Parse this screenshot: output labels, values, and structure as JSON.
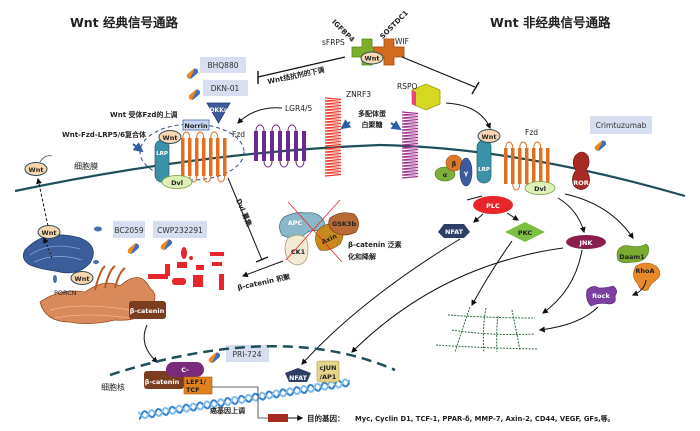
{
  "titles": {
    "canonical": "Wnt 经典信号通路",
    "noncanonical": "Wnt 非经典信号通路"
  },
  "antagonists": {
    "igfbp4": "IGFBP4",
    "sostdc1": "SOSTDC1",
    "sfrps": "sFRPS",
    "wif": "WIF",
    "wnt": "Wnt",
    "downregulation_label": "Wnt拮抗剂的下调"
  },
  "drugs": [
    {
      "name": "BHQ880"
    },
    {
      "name": "DKN-01"
    },
    {
      "name": "Crimtuzumab"
    },
    {
      "name": "BC2059"
    },
    {
      "name": "CWP232291"
    },
    {
      "name": "PRI-724"
    }
  ],
  "membrane": {
    "label": "细胞膜",
    "receptor_upregulation": "Wnt 受体Fzd的上调",
    "complex_label": "Wnt-Fzd-LRP5/6复合体",
    "dkks": "DKKs",
    "norrin": "Norrin",
    "wnt": "Wnt",
    "lrp": "LRP",
    "fzd": "Fzd",
    "dvl": "Dvl",
    "lgr": "LGR4/5",
    "znrf3": "ZNRF3",
    "rspo": "RSPO",
    "proteoglycan": "多配体蛋白聚糖",
    "proteoglycan_line1": "多配体蛋",
    "proteoglycan_line2": "白聚糖",
    "free_wnt": "Wnt"
  },
  "noncanonical": {
    "wnt": "Wnt",
    "lrp": "LRP",
    "fzd": "Fzd",
    "dvl": "Dvl",
    "ror": "ROR",
    "alpha": "α",
    "beta": "β",
    "gamma": "γ",
    "plc": "PLC",
    "nfat": "NFAT",
    "pkc": "PKC",
    "jnk": "JNK",
    "daam1": "Daam1",
    "rhoa": "RhoA",
    "rock": "Rock"
  },
  "destruction_complex": {
    "apc": "APC",
    "gsk3b": "GSK3b",
    "axin": "Axin",
    "ck1": "CK1",
    "label_line1": "β-catenin 泛素",
    "label_line2": "化和降解"
  },
  "cytoplasm": {
    "dvl_recruit": "Dvl 募集",
    "accumulation": "β-catenin 积聚",
    "golgi_wnt": "Wnt",
    "er_wnt": "Wnt",
    "porcn": "PORCN",
    "beta_catenin": "β-catenin"
  },
  "nucleus": {
    "label": "细胞核",
    "c_label": "C-",
    "beta_catenin": "β-catenin",
    "lef1_line1": "LEF1/",
    "lef1_line2": "TCF",
    "nfat": "NFAT",
    "cjun_line1": "cJUN",
    "cjun_line2": "/AP1",
    "oncogene_up": "癌基因上调",
    "target_prefix": "目的基因：",
    "target_genes": "Myc, Cyclin D1, TCF-1, PPAR-δ, MMP-7, Axin-2, CD44, VEGF, GFs,等。"
  },
  "colors": {
    "membrane": "#1f4e5a",
    "fzd": "#e07020",
    "lgr": "#6a2a90",
    "znrf3": "#e83a2a",
    "rspo_coil": "#a03090",
    "drug_box": "#d6deef",
    "plc": "#e8262a",
    "nfat": "#2e3e66",
    "pkc": "#7bc043",
    "jnk": "#8a1f4e",
    "daam1": "#7aab2e",
    "rhoa": "#e98a2a",
    "rock": "#7d3fa0",
    "beta_catenin": "#7a3d1e",
    "c_protein": "#7a2a7a",
    "lef1": "#e0821e",
    "dna": "#3d8fd0"
  }
}
